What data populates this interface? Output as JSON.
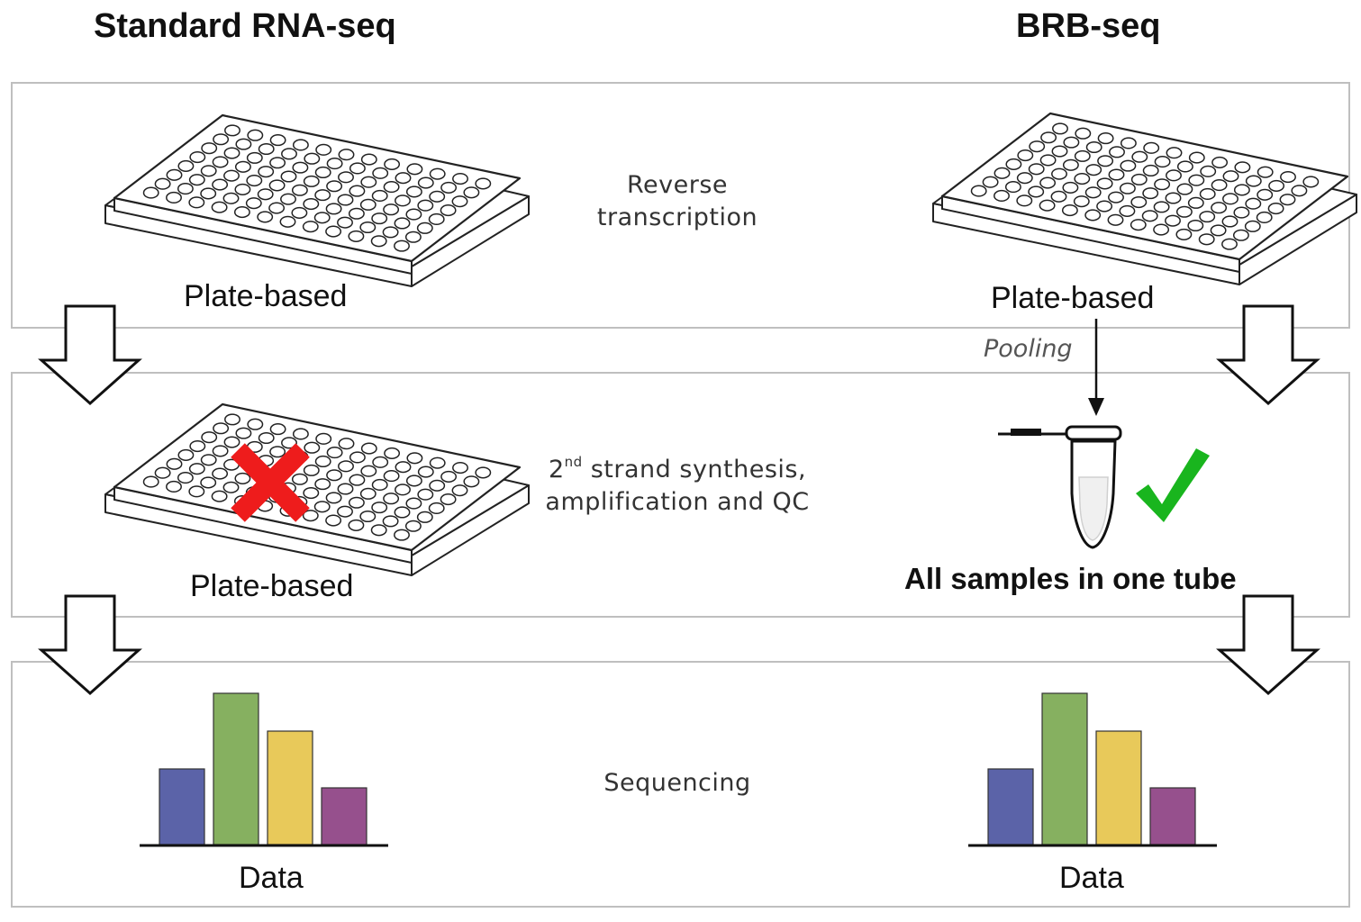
{
  "headers": {
    "left": "Standard RNA-seq",
    "right": "BRB-seq"
  },
  "steps": {
    "reverse_transcription": [
      "Reverse",
      "transcription"
    ],
    "second_strand": {
      "ordinal_number": "2",
      "ordinal_suffix": "nd",
      "line1_rest": " strand synthesis,",
      "line2": "amplification and QC"
    },
    "sequencing": "Sequencing"
  },
  "labels": {
    "plate_left_1": "Plate-based",
    "plate_right_1": "Plate-based",
    "plate_left_2": "Plate-based",
    "pooling": "Pooling",
    "tube": "All samples in one tube",
    "data_left": "Data",
    "data_right": "Data"
  },
  "colors": {
    "panel_border": "#bfbfbf",
    "cross": "#ee1c1c",
    "check": "#19b51e",
    "bar_blue": "#5b63a8",
    "bar_green": "#86b060",
    "bar_yellow": "#e8c95a",
    "bar_purple": "#96508d"
  },
  "icons": {
    "plate": "well-plate-icon",
    "tube": "tube-icon",
    "cross": "cross-icon",
    "check": "check-icon",
    "arrow": "down-arrow-icon"
  },
  "chart_data": [
    {
      "type": "bar",
      "values": [
        4,
        8,
        6,
        3
      ],
      "xlabel": "Data"
    },
    {
      "type": "bar",
      "values": [
        4,
        8,
        6,
        3
      ],
      "xlabel": "Data"
    }
  ]
}
